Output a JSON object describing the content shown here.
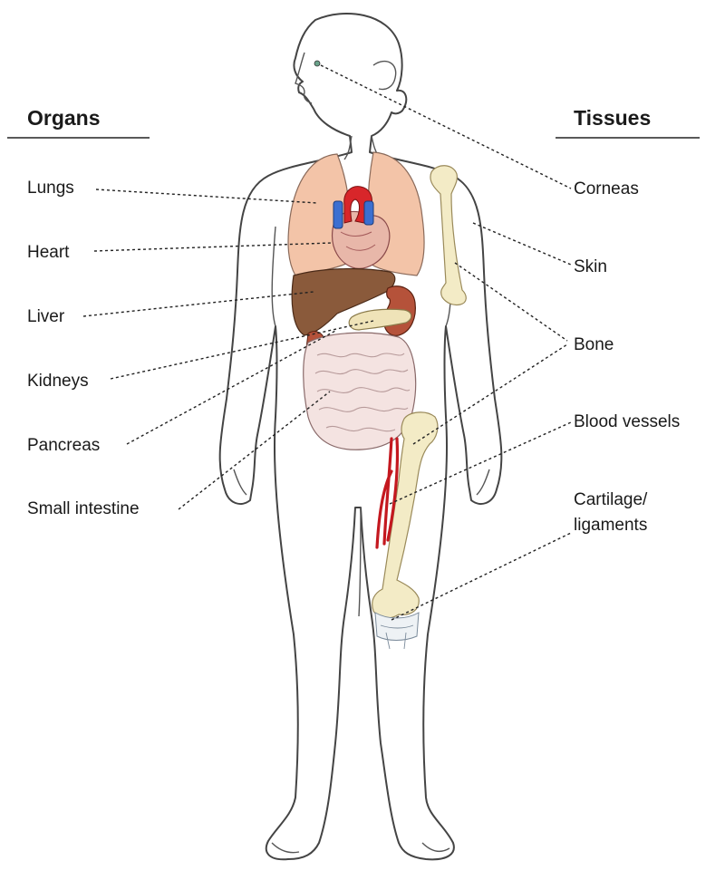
{
  "headings": {
    "organs": "Organs",
    "tissues": "Tissues"
  },
  "organs": [
    "Lungs",
    "Heart",
    "Liver",
    "Kidneys",
    "Pancreas",
    "Small intestine"
  ],
  "tissues": [
    "Corneas",
    "Skin",
    "Bone",
    "Blood vessels",
    "Cartilage/",
    "ligaments"
  ],
  "colors": {
    "lungs": "#f3c4a8",
    "heart": "#e8b7a9",
    "aorta": "#d8262a",
    "vena_cava": "#3b6fd1",
    "liver": "#8a5a3b",
    "kidney": "#b5523a",
    "pancreas": "#efe3b8",
    "intestine": "#f4e3e1",
    "bone": "#f3ebc6",
    "blood_vessel": "#c4181f",
    "outline": "#444444"
  }
}
